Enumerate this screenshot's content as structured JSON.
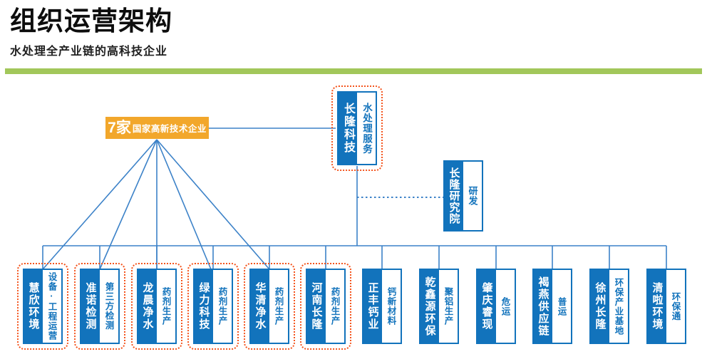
{
  "header": {
    "title": "组织运营架构",
    "subtitle": "水处理全产业链的高科技企业"
  },
  "colors": {
    "box_blue": "#1273bc",
    "line_blue": "#3c82c8",
    "highlight_orange": "#f4551e",
    "badge_yellow": "#f2a72b",
    "divider_green": "#a2c75a"
  },
  "org": {
    "badge": {
      "count": "7家",
      "label": "国家高新技术企业"
    },
    "root": {
      "name": "长隆科技",
      "tag": "水处理服务",
      "highlighted": true
    },
    "research": {
      "name": "长隆研究院",
      "tag": "研发"
    },
    "subsidiaries": [
      {
        "name": "慧欣环境",
        "tag": "设备·工程运营",
        "highlighted": true
      },
      {
        "name": "准诺检测",
        "tag": "第三方检测",
        "highlighted": true
      },
      {
        "name": "龙晨净水",
        "tag": "药剂生产",
        "highlighted": true
      },
      {
        "name": "绿力科技",
        "tag": "药剂生产",
        "highlighted": true
      },
      {
        "name": "华清净水",
        "tag": "药剂生产",
        "highlighted": true
      },
      {
        "name": "河南长隆",
        "tag": "药剂生产",
        "highlighted": true
      },
      {
        "name": "正丰钙业",
        "tag": "钙新材料",
        "highlighted": false
      },
      {
        "name": "乾鑫源环保",
        "tag": "聚铝生产",
        "highlighted": false
      },
      {
        "name": "肇庆睿现",
        "tag": "危运",
        "highlighted": false
      },
      {
        "name": "褐燕供应链",
        "tag": "普运",
        "highlighted": false
      },
      {
        "name": "徐州长隆",
        "tag": "环保产业基地",
        "highlighted": false
      },
      {
        "name": "清啦环境",
        "tag": "环保通",
        "highlighted": false
      }
    ]
  }
}
